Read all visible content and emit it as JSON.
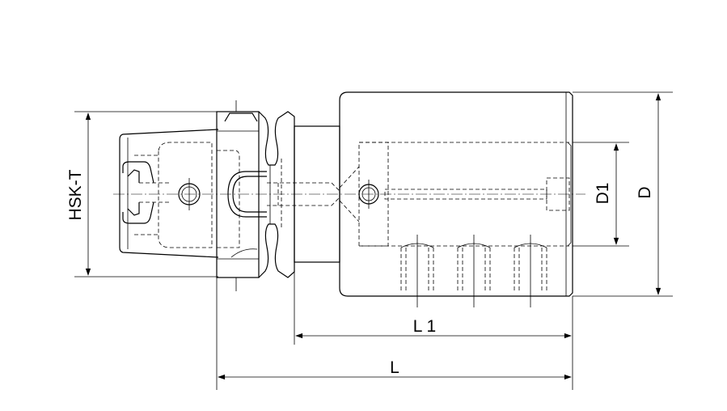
{
  "drawing": {
    "labels": {
      "hsk": "HSK-T",
      "d1": "D1",
      "d": "D",
      "l1": "L 1",
      "l": "L"
    }
  }
}
